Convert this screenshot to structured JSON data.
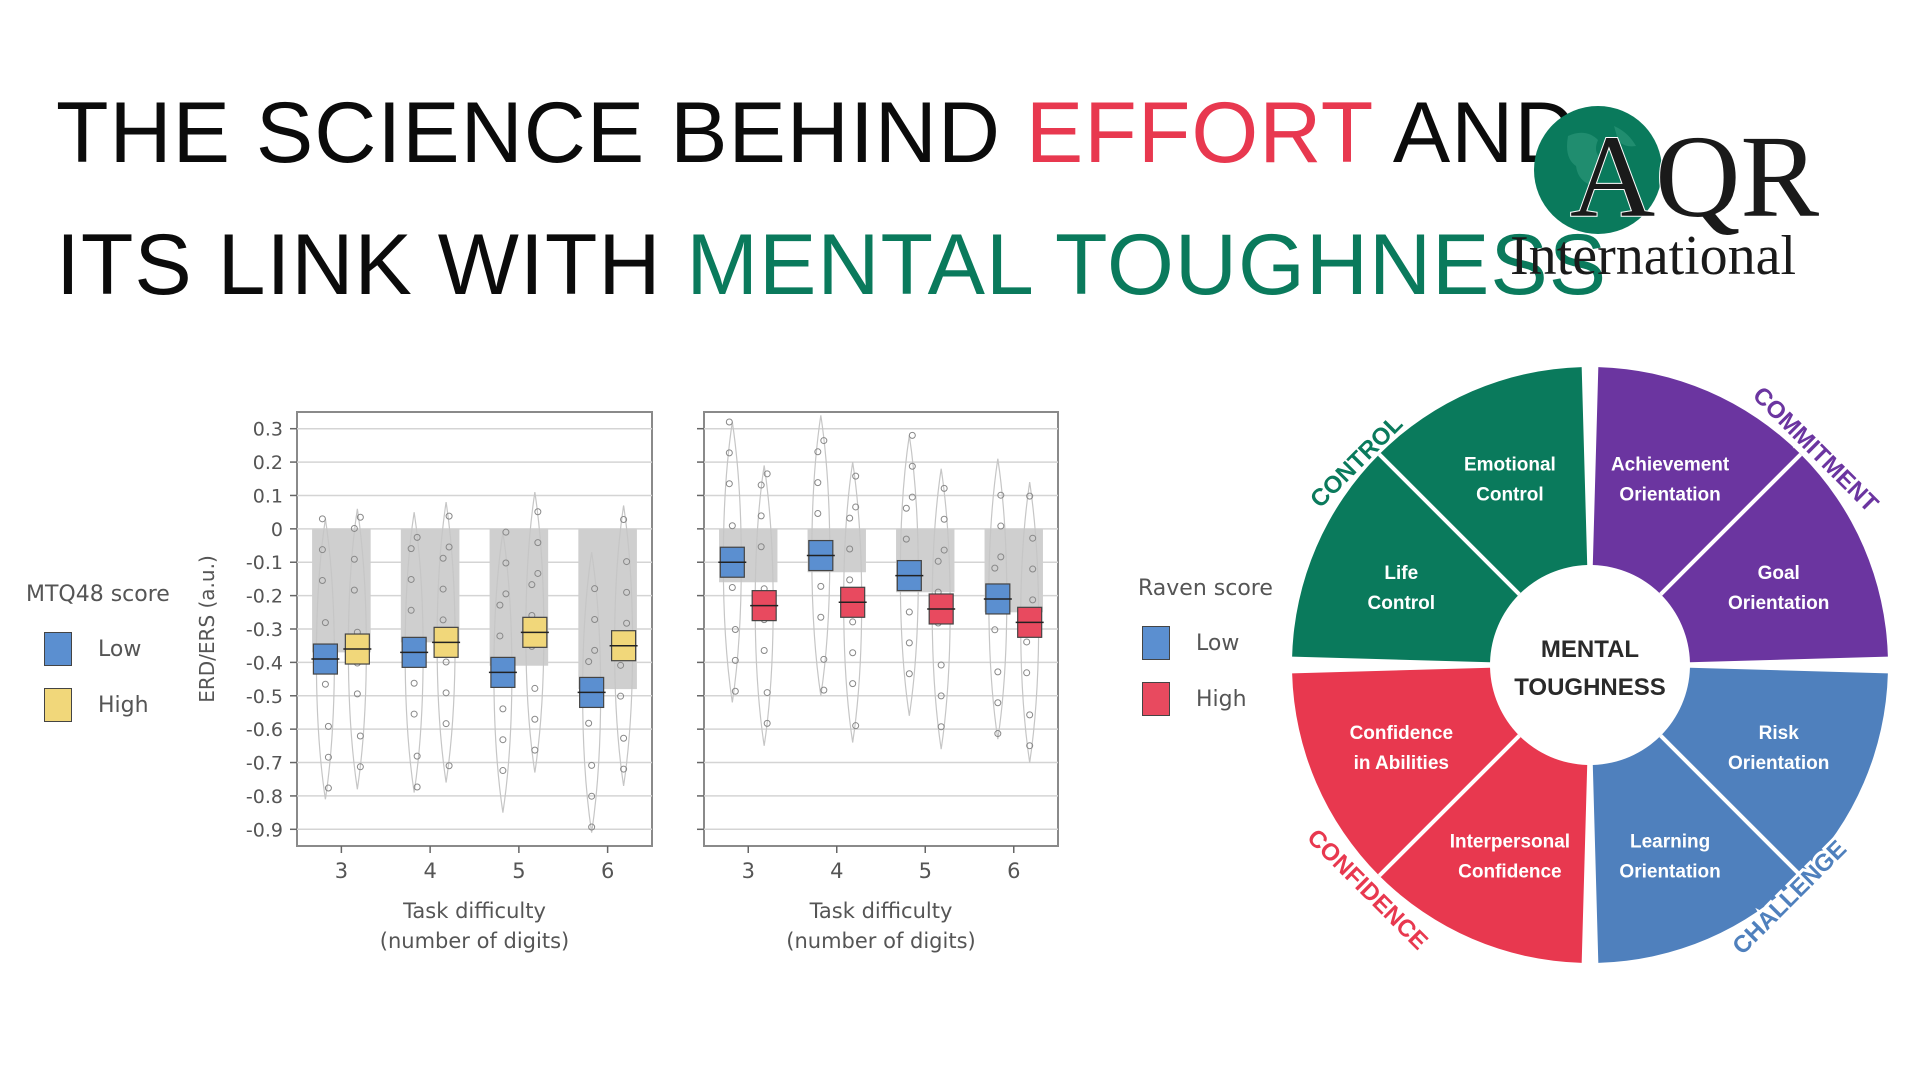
{
  "headline": {
    "line1_part1": "THE SCIENCE BEHIND ",
    "line1_highlight": "EFFORT",
    "line1_part2": " AND",
    "line2_part1": "ITS LINK WITH ",
    "line2_highlight": "MENTAL TOUGHNESS",
    "colors": {
      "effort": "#e8384f",
      "mental_toughness": "#0a7a5c"
    }
  },
  "logo": {
    "letters": "AQR",
    "subtitle": "International",
    "globe_color": "#0a7a5c"
  },
  "chart_data": [
    {
      "type": "bar",
      "ylabel": "ERD/ERS (a.u.)",
      "xlabel_line1": "Task difficulty",
      "xlabel_line2": "(number of digits)",
      "categories": [
        "3",
        "4",
        "5",
        "6"
      ],
      "yticks": [
        "0.3",
        "0.2",
        "0.1",
        "0",
        "-0.1",
        "-0.2",
        "-0.3",
        "-0.4",
        "-0.5",
        "-0.6",
        "-0.7",
        "-0.8",
        "-0.9"
      ],
      "ylim": [
        -0.95,
        0.35
      ],
      "bar_values": [
        -0.37,
        -0.34,
        -0.41,
        -0.48
      ],
      "legend_title": "MTQ48 score",
      "series": [
        {
          "name": "Low",
          "color": "#5b8fd0",
          "values": [
            -0.39,
            -0.37,
            -0.43,
            -0.49
          ]
        },
        {
          "name": "High",
          "color": "#f1d77a",
          "values": [
            -0.36,
            -0.34,
            -0.31,
            -0.35
          ]
        }
      ]
    },
    {
      "type": "bar",
      "xlabel_line1": "Task difficulty",
      "xlabel_line2": "(number of digits)",
      "categories": [
        "3",
        "4",
        "5",
        "6"
      ],
      "ylim": [
        -0.95,
        0.35
      ],
      "bar_values": [
        -0.16,
        -0.13,
        -0.19,
        -0.25
      ],
      "legend_title": "Raven score",
      "series": [
        {
          "name": "Low",
          "color": "#5b8fd0",
          "values": [
            -0.1,
            -0.08,
            -0.14,
            -0.21
          ]
        },
        {
          "name": "High",
          "color": "#e84a5f",
          "values": [
            -0.23,
            -0.22,
            -0.24,
            -0.28
          ]
        }
      ]
    }
  ],
  "wheel": {
    "center_line1": "MENTAL",
    "center_line2": "TOUGHNESS",
    "quadrants": [
      {
        "label": "CONTROL",
        "color": "#0a7a5c",
        "segments": [
          [
            "Emotional",
            "Control"
          ],
          [
            "Life",
            "Control"
          ]
        ]
      },
      {
        "label": "COMMITMENT",
        "color": "#6b35a0",
        "segments": [
          [
            "Achievement",
            "Orientation"
          ],
          [
            "Goal",
            "Orientation"
          ]
        ]
      },
      {
        "label": "CHALLENGE",
        "color": "#4f80bd",
        "segments": [
          [
            "Risk",
            "Orientation"
          ],
          [
            "Learning",
            "Orientation"
          ]
        ]
      },
      {
        "label": "CONFIDENCE",
        "color": "#e8384f",
        "segments": [
          [
            "Confidence",
            "in Abilities"
          ],
          [
            "Interpersonal",
            "Confidence"
          ]
        ]
      }
    ]
  }
}
